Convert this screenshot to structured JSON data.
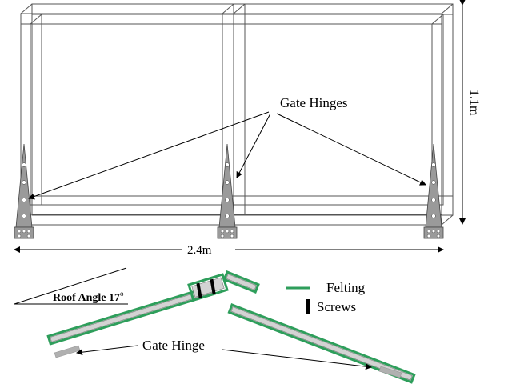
{
  "labels": {
    "gate_hinges": "Gate Hinges",
    "height": "1.1m",
    "width": "2.4m",
    "roof_angle": "Roof Angle 17",
    "degree": "o",
    "gate_hinge": "Gate Hinge"
  },
  "legend": {
    "felting": "Felting",
    "screws": "Screws"
  },
  "colors": {
    "felting": "#2e9e5b",
    "board_fill": "#d3d3d3",
    "hinge_fill": "#9a9a9a",
    "frame_stroke": "#555555"
  }
}
